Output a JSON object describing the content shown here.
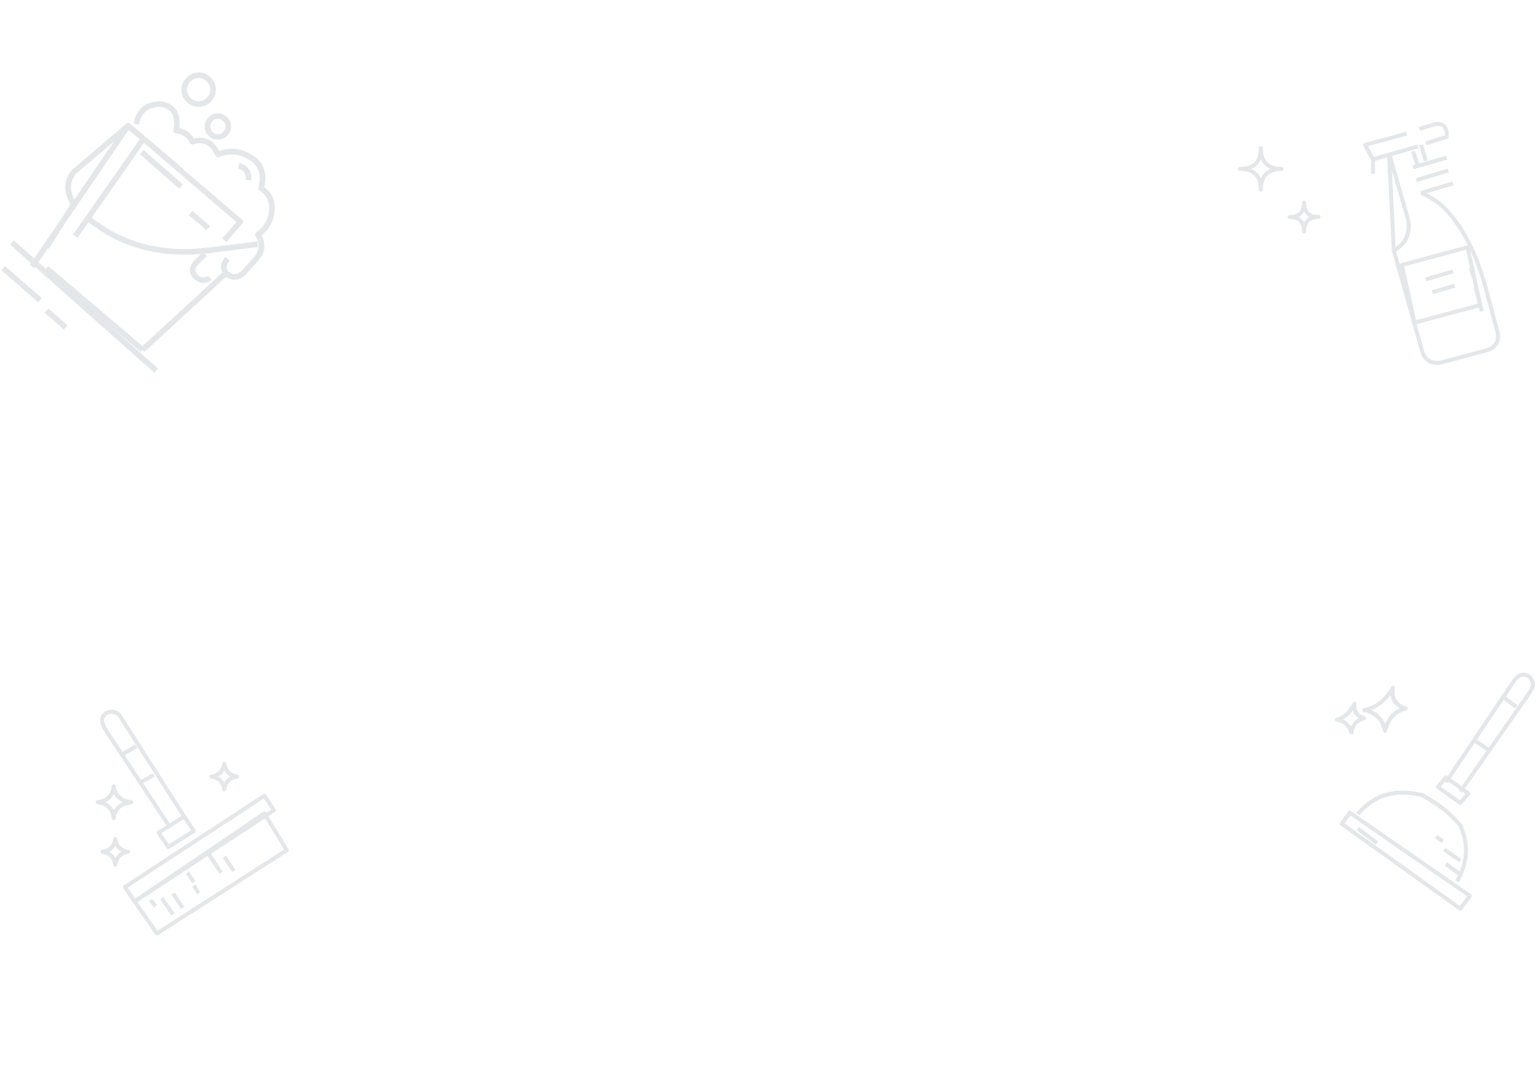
{
  "background": {
    "color": "#ffffff",
    "illustration_stroke": "#e4e7ea",
    "illustrations": [
      {
        "id": "bucket",
        "icon": "cleaning-bucket-with-soap-bubbles-icon"
      },
      {
        "id": "spray",
        "icon": "spray-bottle-with-sparkles-icon"
      },
      {
        "id": "squeegee",
        "icon": "squeegee-with-sparkles-icon"
      },
      {
        "id": "broom",
        "icon": "broom-with-sparkles-icon"
      }
    ]
  }
}
